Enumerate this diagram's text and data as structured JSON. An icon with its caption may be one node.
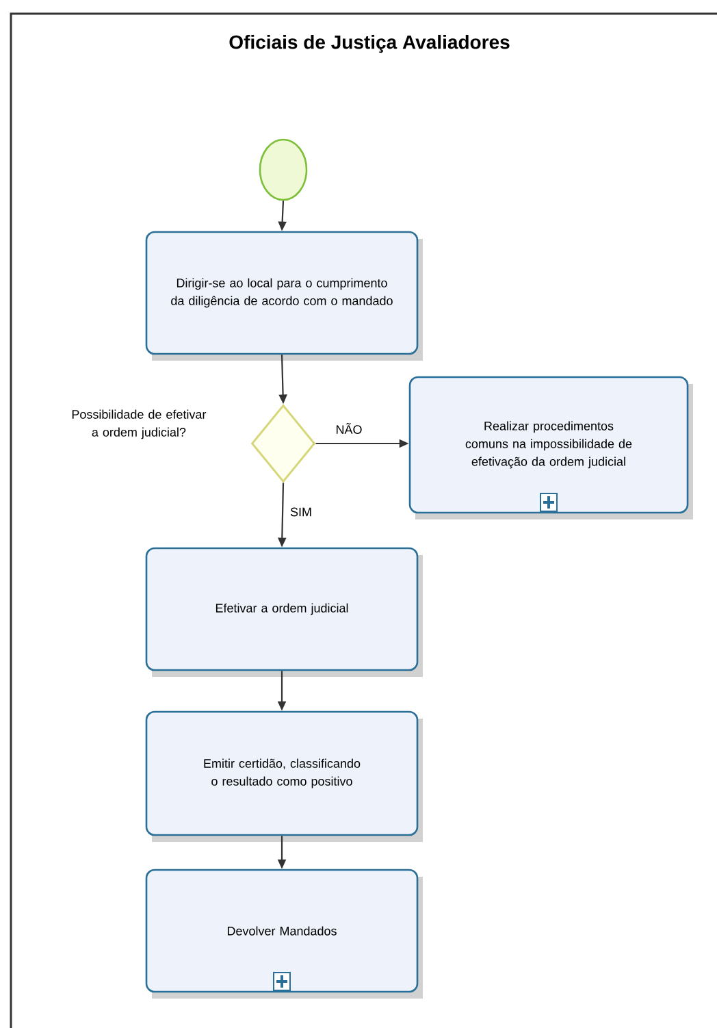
{
  "diagram": {
    "title": "Oficiais de Justiça Avaliadores",
    "nodes": [
      {
        "text": [],
        "shape": "circle"
      },
      {
        "text": [
          "Dirigir-se ao local para o cumprimento da diligência de acordo com o mandado"
        ]
      },
      {
        "text": [],
        "shape": "diamond",
        "beside": [
          "Possibilidade de efetivar a ordem judicial?"
        ]
      },
      {
        "text": [
          "Realizar procedimentos comuns na impossibilidade de efetivação da ordem judicial"
        ]
      },
      {
        "text": [
          "Efetivar a ordem judicial"
        ]
      },
      {
        "text": [
          "Emitir certidão, classificando o resultado como positivo"
        ]
      },
      {
        "text": [
          "Devolver Mandados"
        ]
      }
    ],
    "edges": [
      {
        "from": 0,
        "to": 1,
        "arrow": "to"
      },
      {
        "from": 1,
        "to": 2,
        "arrow": "to"
      },
      {
        "from": 2,
        "to": 3,
        "arrow": "to",
        "label": "NÃO"
      },
      {
        "from": 2,
        "to": 4,
        "arrow": "to",
        "label": "SIM"
      },
      {
        "from": 4,
        "to": 5,
        "arrow": "to"
      },
      {
        "from": 5,
        "to": 6,
        "arrow": "to"
      }
    ]
  }
}
